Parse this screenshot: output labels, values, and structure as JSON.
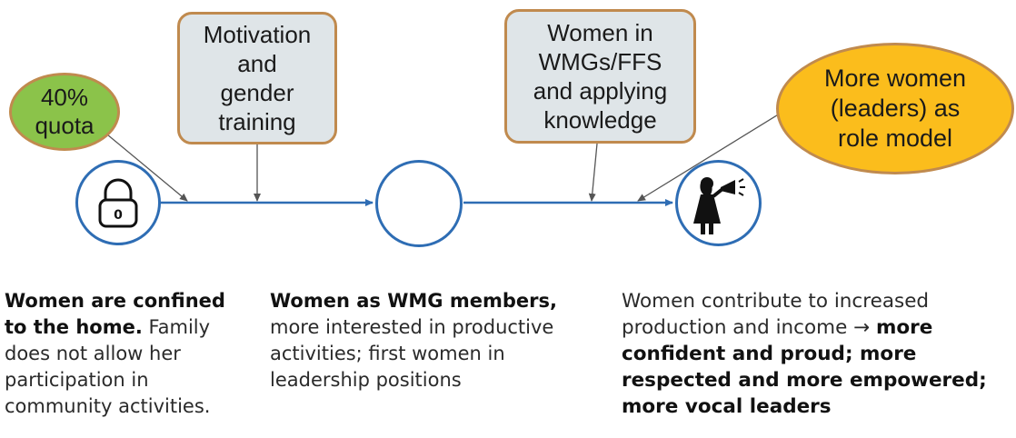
{
  "nodes": {
    "quota": "40%\nquota",
    "training": "Motivation\nand\ngender\ntraining",
    "wmg": "Women in\nWMGs/FFS\nand applying\nknowledge",
    "role_model": "More women\n(leaders) as\nrole model"
  },
  "lock_digit": "0",
  "colors": {
    "line": "#2e6db4",
    "rect_fill": "#dfe5e8",
    "rect_border": "#c08a4e",
    "quota_fill": "#8bc34a",
    "role_fill": "#fbbd1c"
  },
  "icons": [
    "lock-icon",
    "woman-megaphone-icon"
  ],
  "stages": {
    "s1": {
      "bold": "Women are confined to the home.",
      "rest": " Family does not allow her participation in community activities."
    },
    "s2": {
      "bold": "Women as WMG members,",
      "rest": " more interested in productive activities; first women in leadership positions"
    },
    "s3": {
      "pre": "Women contribute to increased production and income → ",
      "bold": "more confident and proud; more respected and more empowered; more vocal leaders"
    }
  }
}
